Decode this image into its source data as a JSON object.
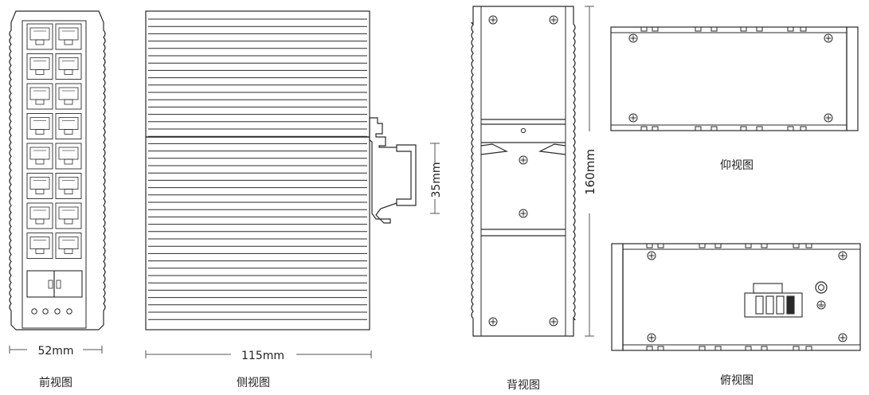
{
  "views": {
    "front": "前视图",
    "side": "侧视图",
    "back": "背视图",
    "bottom": "仰视图",
    "top": "俯视图"
  },
  "dimensions": {
    "width": "52mm",
    "depth": "115mm",
    "rail": "35mm",
    "height": "160mm"
  },
  "colors": {
    "line": "#2a2a2a",
    "dim": "#555555",
    "background": "#ffffff"
  },
  "icons": {
    "screw": "screw-icon",
    "ground": "ground-icon",
    "port": "rj45-port-icon"
  }
}
